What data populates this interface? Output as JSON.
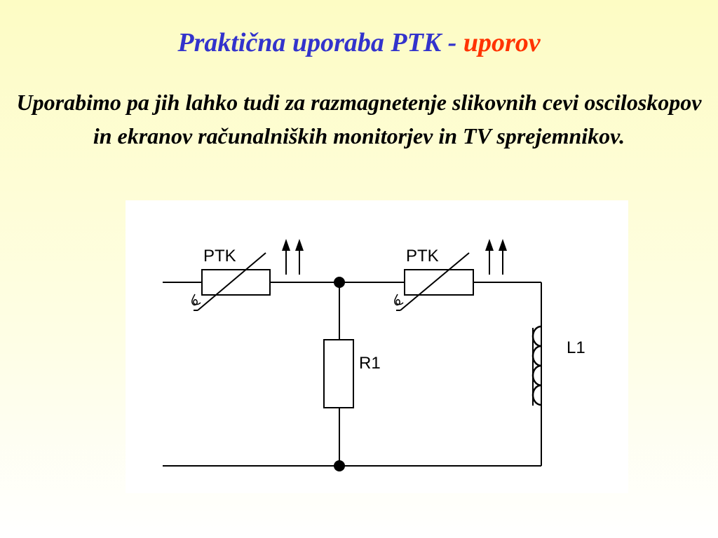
{
  "slide": {
    "title_main": "Praktična uporaba PTK",
    "title_dash": " - ",
    "title_accent": "uporov",
    "body": "Uporabimo pa jih lahko tudi za razmagnetenje slikovnih cevi osciloskopov in ekranov računalniških monitorjev in TV sprejemnikov."
  },
  "diagram": {
    "ptk1_label": "PTK",
    "ptk2_label": "PTK",
    "r1_label": "R1",
    "l1_label": "L1",
    "theta_symbol": "ϑ"
  }
}
